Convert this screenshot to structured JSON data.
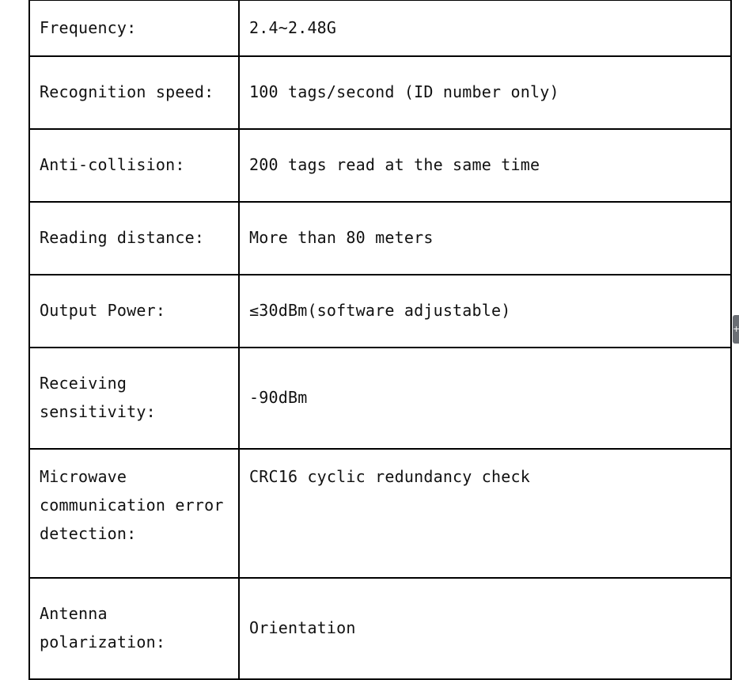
{
  "rows": [
    {
      "label": "Frequency:",
      "value": "2.4~2.48G"
    },
    {
      "label": "Recognition speed:",
      "value": "100 tags/second (ID number only)"
    },
    {
      "label": "Anti-collision:",
      "value": "200 tags read at the same time"
    },
    {
      "label": "Reading distance:",
      "value": "More than 80 meters"
    },
    {
      "label": "Output Power:",
      "value": "≤30dBm(software adjustable)"
    },
    {
      "label": "Receiving sensitivity:",
      "value": "-90dBm"
    },
    {
      "label": "Microwave communication error detection:",
      "value": "CRC16 cyclic redundancy check"
    },
    {
      "label": "Antenna polarization:",
      "value": "Orientation"
    }
  ],
  "edge_tab": {
    "glyph": "+",
    "icon": "plus-icon"
  }
}
